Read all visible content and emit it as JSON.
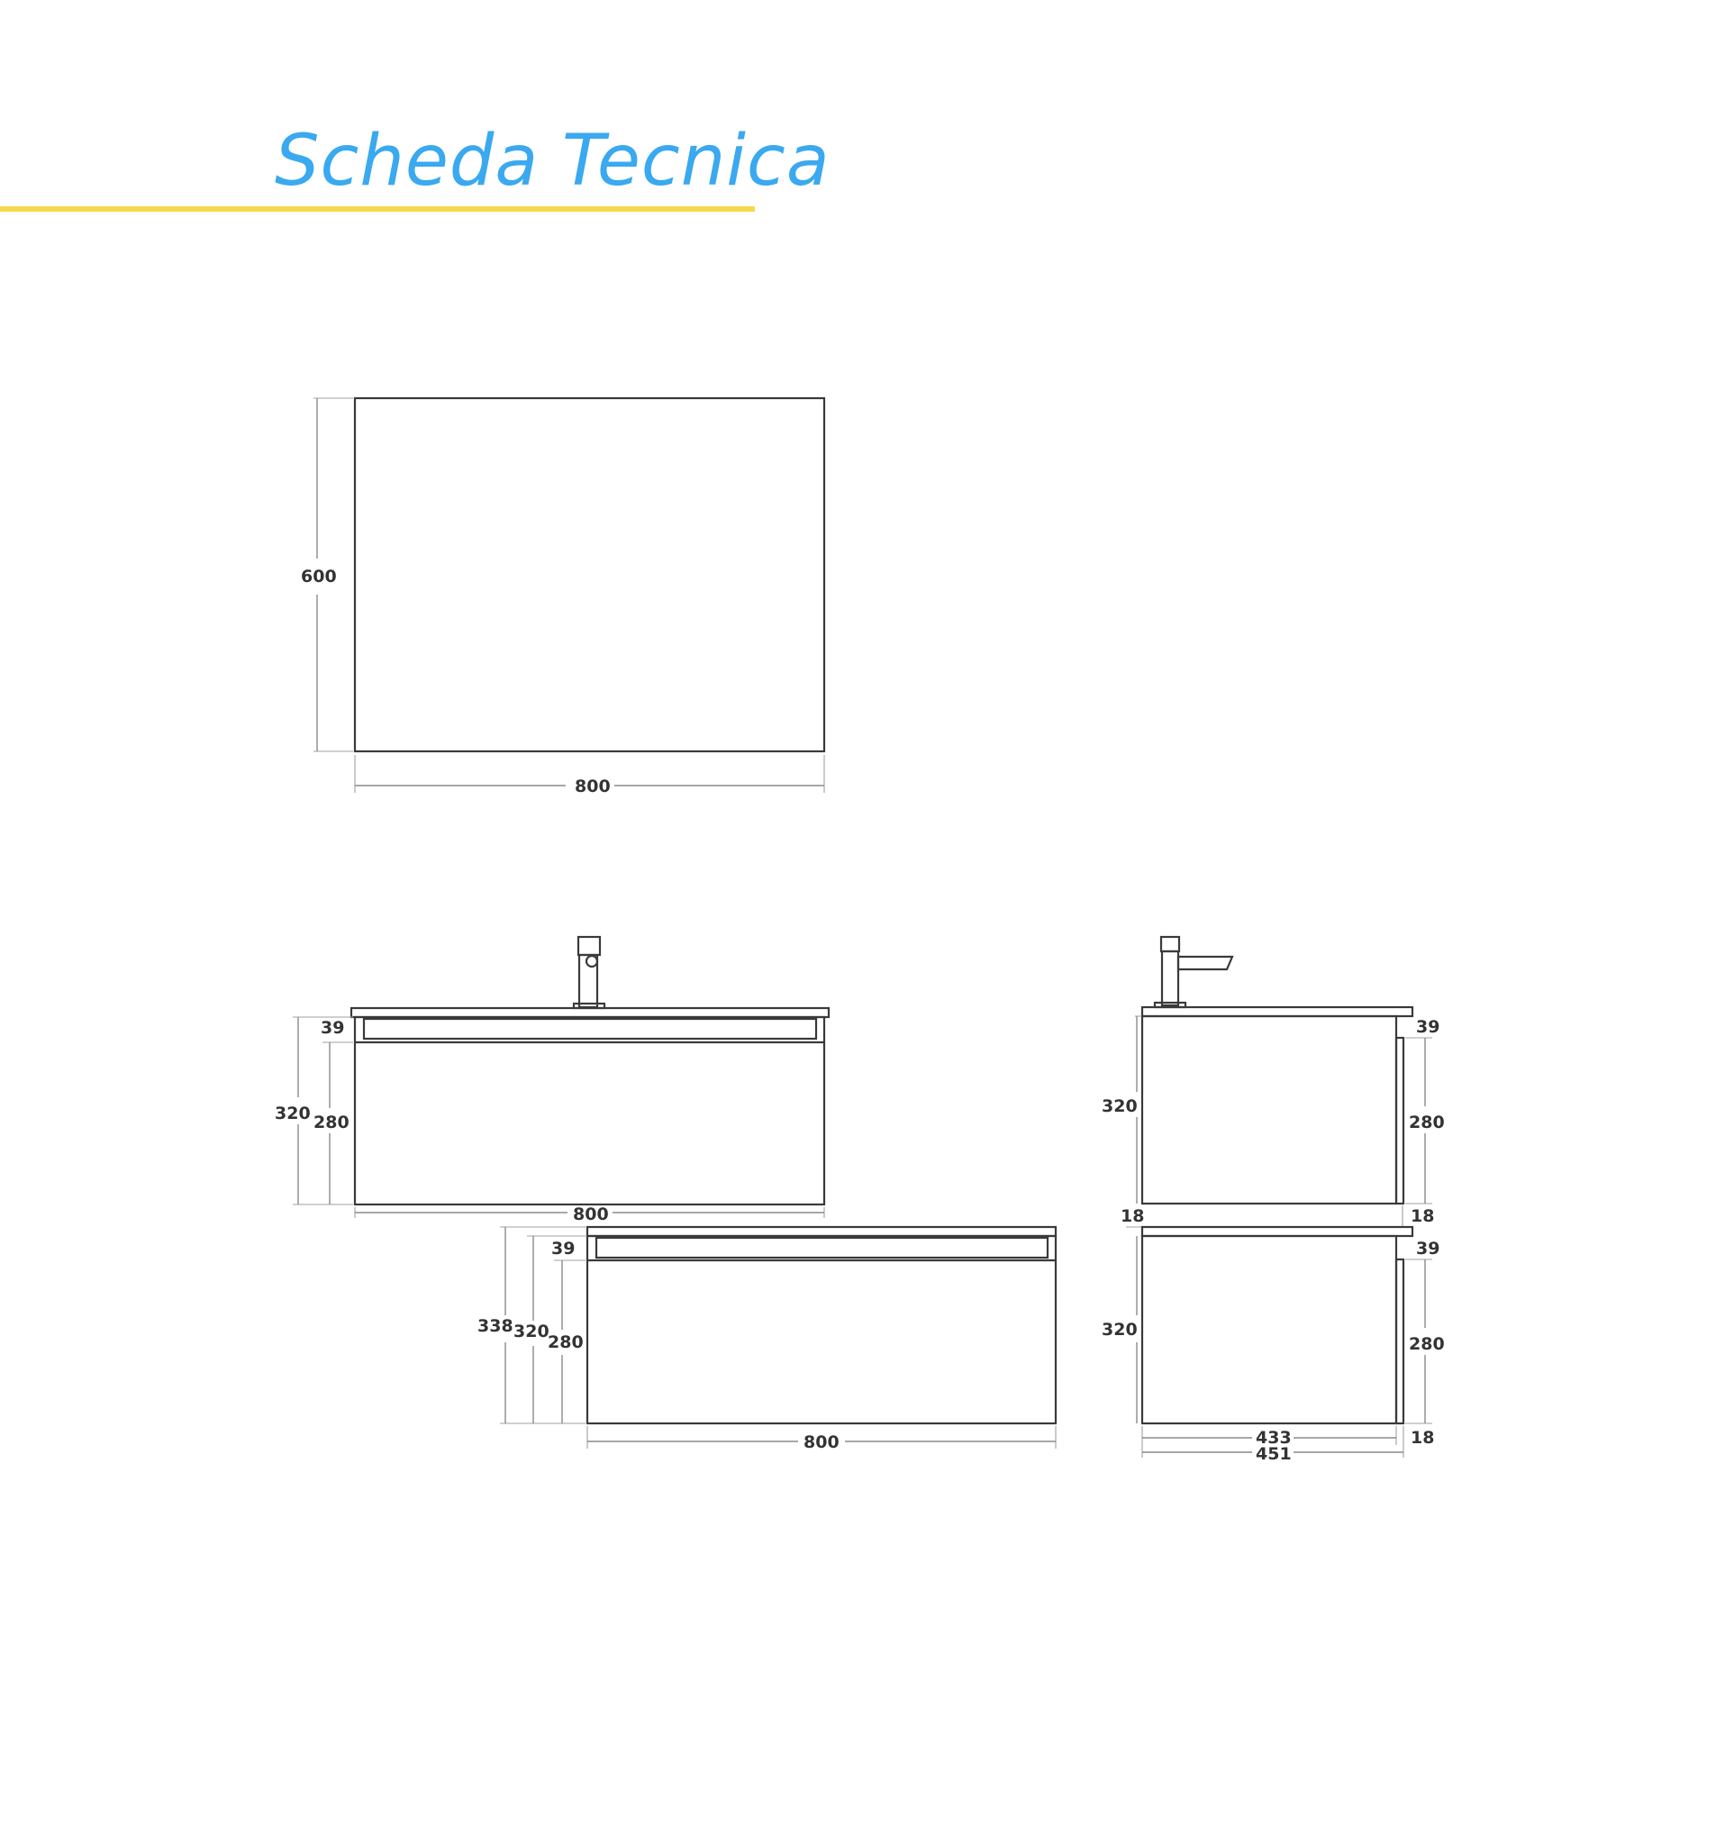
{
  "header": {
    "title": "Scheda Tecnica",
    "title_color": "#3aa9ef",
    "underline_color": "#f5d94a"
  },
  "mirror": {
    "height_label": "600",
    "width_label": "800"
  },
  "upper_front": {
    "top_label": "39",
    "total_height_label": "320",
    "drawer_height_label": "280",
    "width_label": "800"
  },
  "lower_front": {
    "total_height_label": "338",
    "cabinet_height_label": "320",
    "drawer_height_label": "280",
    "top_label": "39",
    "width_label": "800"
  },
  "upper_side": {
    "height_label": "320",
    "top_label": "39",
    "drawer_height_label": "280",
    "left_gap_label": "18",
    "right_gap_label": "18"
  },
  "lower_side": {
    "height_label": "320",
    "top_label": "39",
    "drawer_height_label": "280",
    "right_depth_label": "18",
    "depth_inner_label": "433",
    "depth_total_label": "451"
  }
}
